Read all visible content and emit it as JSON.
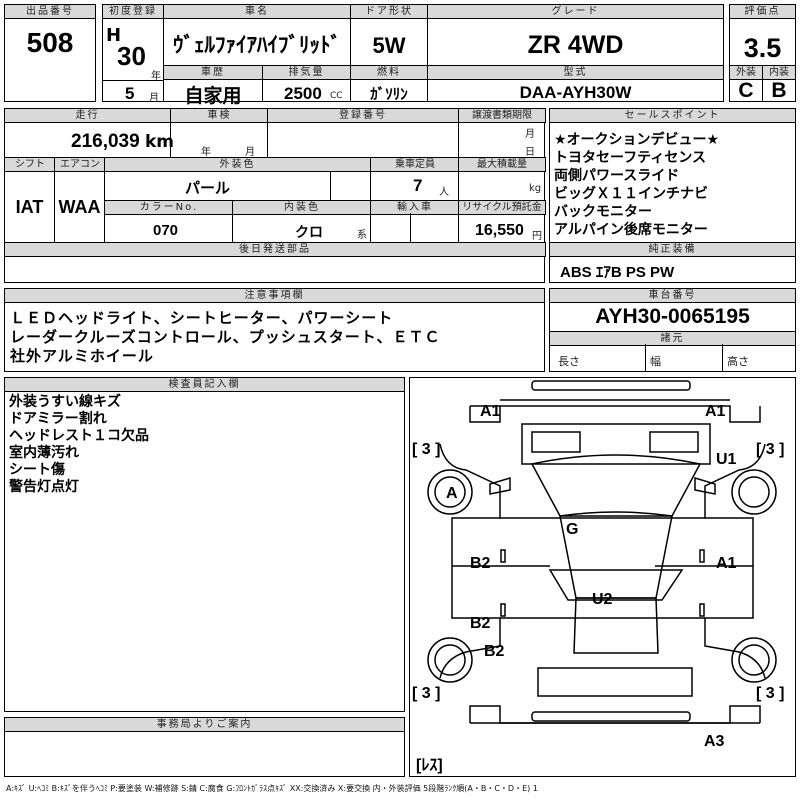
{
  "header": {
    "lot_no_label": "出品番号",
    "lot_no": "508",
    "first_reg_label": "初度登録",
    "era": "H",
    "reg_year": "30",
    "year_unit": "年",
    "reg_month": "5",
    "month_unit": "月",
    "model_label": "車名",
    "model": "ｳﾞｪﾙﾌｧｲｱﾊｲﾌﾞﾘｯﾄﾞ",
    "history_label": "車歴",
    "history": "自家用",
    "displacement_label": "排気量",
    "displacement": "2500",
    "cc_unit": "CC",
    "door_label": "ドア形状",
    "door": "5W",
    "fuel_label": "燃料",
    "fuel": "ｶﾞｿﾘﾝ",
    "grade_label": "グレード",
    "grade": "ZR 4WD",
    "type_label": "型式",
    "type": "DAA-AYH30W",
    "score_label": "評価点",
    "score": "3.5",
    "ext_label": "外装",
    "ext": "C",
    "int_label": "内装",
    "int": "B"
  },
  "row2": {
    "mileage_label": "走行",
    "mileage": "216,039",
    "km_unit": "km",
    "inspection_label": "車検",
    "insp_year_unit": "年",
    "insp_month_unit": "月",
    "regno_label": "登録番号",
    "transfer_label": "譲渡書類期限",
    "transfer_month_unit": "月",
    "transfer_day_unit": "日",
    "shift_label": "シフト",
    "shift": "IAT",
    "ac_label": "エアコン",
    "ac": "WAA",
    "color_label": "外装色",
    "color": "パール",
    "capacity_label": "乗車定員",
    "capacity": "7",
    "capacity_unit": "人",
    "maxload_label": "最大積載量",
    "maxload_unit": "kg",
    "color_no_label": "カラーNo.",
    "color_no": "070",
    "int_color_label": "内装色",
    "int_color": "クロ",
    "int_color_unit": "系",
    "import_label": "輸入車",
    "recycle_label": "リサイクル預託金",
    "recycle": "16,550",
    "recycle_unit": "円",
    "later_label": "後日発送部品"
  },
  "sales_points": {
    "label": "セールスポイント",
    "items": [
      "★オークションデビュー★",
      "トヨタセーフティセンス",
      "両側パワースライド",
      "ビッグＸ１１インチナビ",
      "バックモニター",
      "アルパイン後席モニター"
    ]
  },
  "genuine": {
    "label": "純正装備",
    "value": "ABS ｴｱB PS PW"
  },
  "notes": {
    "label": "注意事項欄",
    "lines": [
      "ＬＥＤヘッドライト、シートヒーター、パワーシート",
      "レーダークルーズコントロール、プッシュスタート、ＥＴＣ",
      "社外アルミホイール"
    ]
  },
  "chassis": {
    "label": "車台番号",
    "value": "AYH30-0065195",
    "dims_label": "諸元",
    "length_label": "長さ",
    "width_label": "幅",
    "height_label": "高さ"
  },
  "inspector": {
    "label": "検査員記入欄",
    "lines": [
      "外装うすい線キズ",
      "ドアミラー割れ",
      "ヘッドレスト１コ欠品",
      "室内薄汚れ",
      "シート傷",
      "警告灯点灯"
    ]
  },
  "office": {
    "label": "事務局よりご案内"
  },
  "diagram": {
    "marks": {
      "a1_left": "A1",
      "a1_right": "A1",
      "u1": "U1",
      "a_left": "A",
      "g": "G",
      "b2_a": "B2",
      "a1_mid": "A1",
      "u2": "U2",
      "b2_b": "B2",
      "b2_c": "B2",
      "a3": "A3"
    },
    "tire_tl": "[ 3 ]",
    "tire_tr": "[ 3 ]",
    "tire_bl": "[ 3 ]",
    "tire_br": "[ 3 ]",
    "spare": "[ﾚｽ]"
  },
  "legend": "A:ｷｽﾞ U:ﾍｺﾐ B:ｷｽﾞを伴うﾍｺﾐ P:要塗装 W:補修跡 S:錆 C:腐食 G:ﾌﾛﾝﾄｶﾞﾗｽ点ｷｽﾞ XX:交換済み X:要交換 内・外装評価 5段階ﾗﾝｸ順(A・B・C・D・E) 1"
}
